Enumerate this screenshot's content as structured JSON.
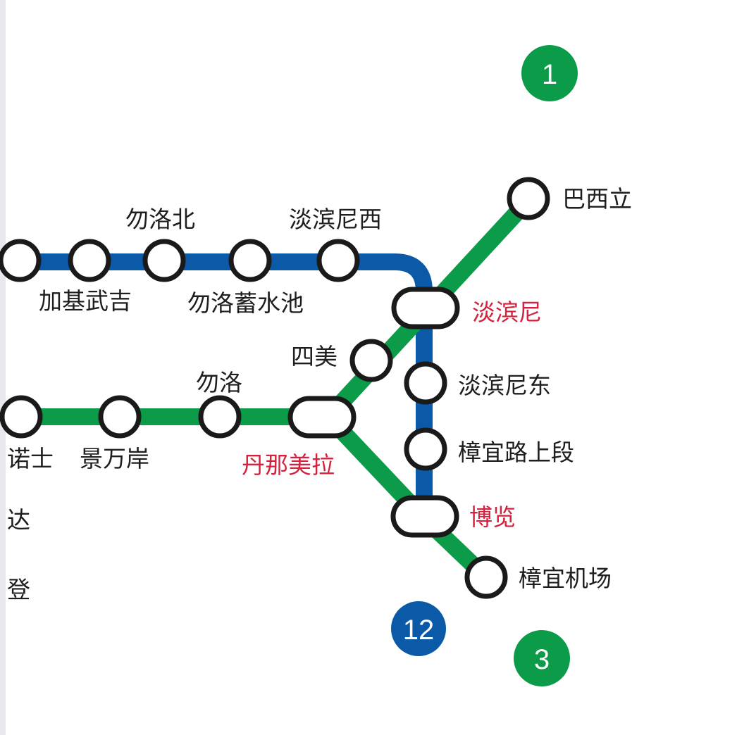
{
  "colors": {
    "line_blue": "#0a5aa8",
    "line_green": "#0c9b48",
    "interchange_label": "#d4213d",
    "label": "#1e1e1e",
    "station_outline": "#1a1a1a",
    "station_fill": "#ffffff"
  },
  "line_badges": {
    "line_1": "1",
    "line_12": "12",
    "line_3": "3"
  },
  "stations": {
    "balizi": "巴西立",
    "tanah_merah": "淡滨尼",
    "tanah_merah_west": "淡滨尼西",
    "tanah_merah_east": "淡滨尼东",
    "bedok_north": "勿洛北",
    "bedok_reservoir": "勿洛蓄水池",
    "kaki_bukit": "加基武吉",
    "simei": "四美",
    "bedok": "勿洛",
    "tanah_merah_interchange": "丹那美拉",
    "kembangan": "景万岸",
    "eunos_partial": "诺士",
    "paya_lebar_partial": "达",
    "aljunied_partial": "登",
    "upper_changi": "樟宜路上段",
    "expo": "博览",
    "changi_airport": "樟宜机场"
  }
}
